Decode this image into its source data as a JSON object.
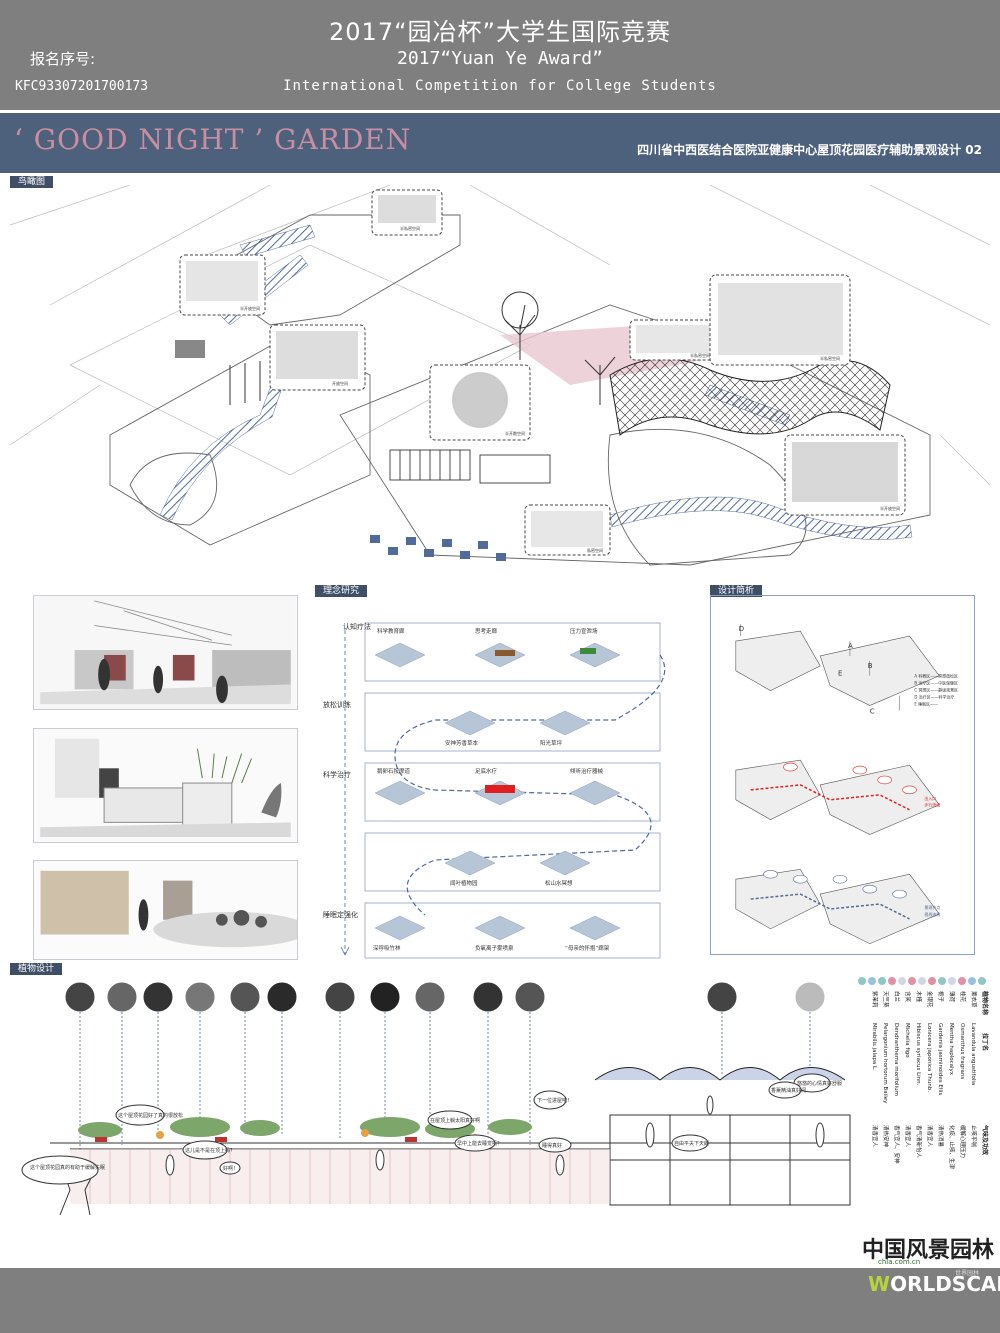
{
  "header": {
    "title_cn": "2017“园冶杯”大学生国际竞赛",
    "title_en": "2017“Yuan Ye Award”",
    "subtitle_en": "International Competition for College Students",
    "reg_label": "报名序号:",
    "reg_number": "KFC93307201700173"
  },
  "title_band": {
    "main_title": "‘ GOOD NIGHT ’ GARDEN",
    "sub_title": "四川省中西医结合医院亚健康中心屋顶花园医疗辅助景观设计 02"
  },
  "sections": {
    "aerial": "鸟瞰图",
    "concept": "理念研究",
    "analysis": "设计简析",
    "planting": "植物设计"
  },
  "aerial_bubbles": [
    "半私密空间",
    "半开放空间",
    "开放空间",
    "半开敞空间",
    "半私密空间",
    "私密空间",
    "半私密空间",
    "半开放空间"
  ],
  "concept": {
    "stages": [
      "认知疗法",
      "放松训练",
      "科学治疗",
      "睡眠定强化"
    ],
    "items": [
      "科学教育廊",
      "思考走廊",
      "压力宣泄场",
      "安神芳香草本",
      "阳光草坪",
      "鹅卵石按摩道",
      "足底水疗",
      "倾听治疗器械",
      "闻叶植物园",
      "松山水冥想",
      "深呼吸竹林",
      "负氧离子雾喷泉",
      "“母亲的怀抱”廊架"
    ]
  },
  "analysis": {
    "labels": [
      "A",
      "B",
      "C",
      "D",
      "E"
    ],
    "legend1": [
      "A 科教区——冥想放松区",
      "B 治疗区——中医保健区",
      "C 冥想区——静谧观景区",
      "D 治疗区——科学治疗",
      "E 睡眠区——"
    ],
    "legend2": [
      "出入口",
      "步行流线"
    ],
    "legend3": [
      "景观节点",
      "视线流线"
    ]
  },
  "planting": {
    "bubbles": [
      "这个屋顶花园真的有助于缓解失眠",
      "这个屋顶花园好了真的很放松",
      "这儿是不是在顶上吗？",
      "好啊！",
      "在屋顶上躺太阳真好啊",
      "早中上能去睡觉吗？",
      "睡得真好",
      "下一位进屋吧！",
      "悠悠的心情真好舒服",
      "自由平夫下天朗",
      "香薰精油真好闻"
    ]
  },
  "plant_table": {
    "header_cols": [
      "植物名称",
      "拉丁名",
      "气味及功效"
    ],
    "rows": [
      [
        "薰衣草",
        "Lavandula angustifolia",
        "止咳平喘"
      ],
      [
        "桂花",
        "Osmanthus fragrans",
        "缓解心理压力"
      ],
      [
        "薄荷",
        "Mentha haplocalyx",
        "化痰、止咳、生津"
      ],
      [
        "栀子",
        "Gardenia jasminoides Ellis",
        "清热消暑"
      ],
      [
        "金银花",
        "Lonicera japonica Thunb.",
        "清香宜人"
      ],
      [
        "木槿",
        "Hibiscus syriacus Linn.",
        "香气清新怡人"
      ],
      [
        "含笑",
        "Michelia figo",
        "清香宜人"
      ],
      [
        "白兰",
        "Dendranthema morifolium",
        "香气宜人、安神"
      ],
      [
        "天竺葵",
        "Pelargonium hortorum Bailey",
        "清热安神"
      ],
      [
        "紫茉莉",
        "Mirabilis jalapa L.",
        "清香宜人"
      ]
    ],
    "swatch_colors": [
      "#8fc7c7",
      "#e38fa6",
      "#d0d7e6",
      "#9cc1e0"
    ]
  },
  "footer": {
    "logo_cn": "中国风景园林网",
    "logo_url": "chla.com.cn",
    "logo_ws": "ORLDSCAPE",
    "logo_ws_initial": "W",
    "logo_ws_sub": "世界园林"
  },
  "colors": {
    "header_gray": "#7f7f7f",
    "title_band": "#4d607c",
    "title_pink": "#c98ea0",
    "path_blue": "#506a99",
    "accent_red": "#e02020"
  }
}
